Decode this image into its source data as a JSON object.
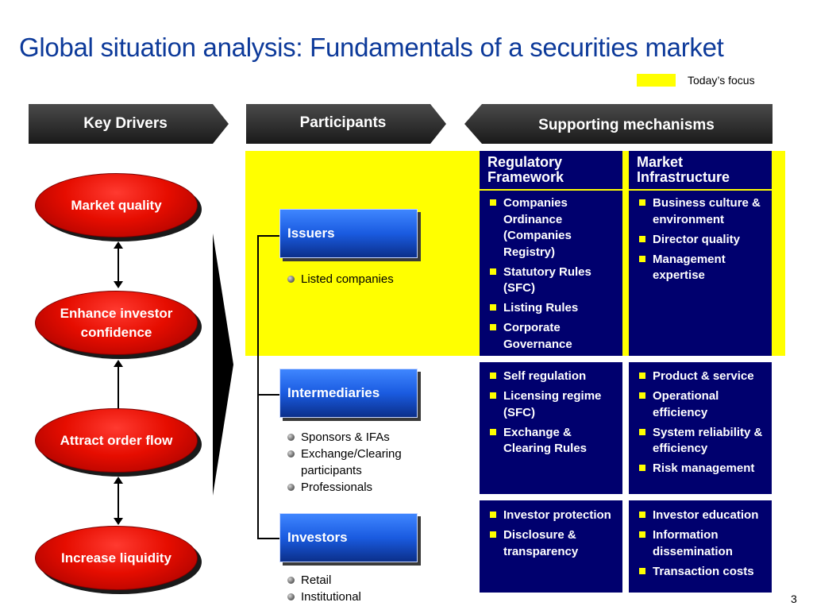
{
  "title": "Global situation analysis: Fundamentals of a securities market",
  "legend": {
    "label": "Today’s focus",
    "color": "#ffff00"
  },
  "headers": {
    "key_drivers": "Key Drivers",
    "participants": "Participants",
    "supporting": "Supporting mechanisms"
  },
  "drivers": [
    {
      "label": "Market quality"
    },
    {
      "label": "Enhance investor confidence"
    },
    {
      "label": "Attract order flow"
    },
    {
      "label": "Increase liquidity"
    }
  ],
  "participants": [
    {
      "label": "Issuers",
      "items": [
        "Listed companies"
      ]
    },
    {
      "label": "Intermediaries",
      "items": [
        "Sponsors & IFAs",
        "Exchange/Clearing participants",
        "Professionals"
      ]
    },
    {
      "label": "Investors",
      "items": [
        "Retail",
        "Institutional"
      ]
    }
  ],
  "columns": {
    "regulatory": "Regulatory Framework",
    "infrastructure": "Market Infrastructure"
  },
  "grid": {
    "issuers": {
      "regulatory": [
        "Companies Ordinance (Companies Registry)",
        "Statutory Rules (SFC)",
        "Listing Rules",
        "Corporate Governance"
      ],
      "infrastructure": [
        "Business culture & environment",
        "Director quality",
        "Management expertise"
      ]
    },
    "intermediaries": {
      "regulatory": [
        "Self regulation",
        "Licensing regime (SFC)",
        "Exchange & Clearing Rules"
      ],
      "infrastructure": [
        "Product & service",
        "Operational efficiency",
        "System reliability & efficiency",
        "Risk management"
      ]
    },
    "investors": {
      "regulatory": [
        "Investor protection",
        "Disclosure & transparency"
      ],
      "infrastructure": [
        "Investor education",
        "Information dissemination",
        "Transaction costs"
      ]
    }
  },
  "colors": {
    "title": "#0d3a9a",
    "header_bg": "#262626",
    "driver_red": "#e60d00",
    "participant_blue": "#1a5be0",
    "cell_navy": "#00006e",
    "bullet_yellow": "#ffff00",
    "focus_yellow": "#ffff00"
  },
  "page_number": "3"
}
